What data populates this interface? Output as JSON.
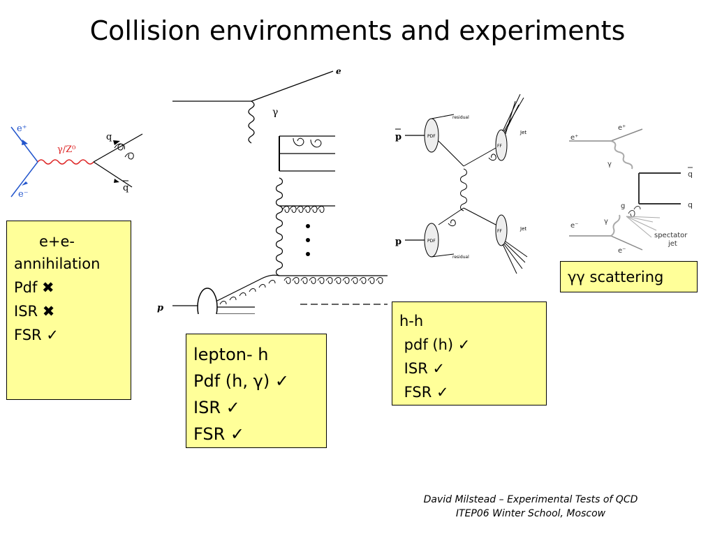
{
  "title": "Collision environments and experiments",
  "ee_box": {
    "lines": [
      "e+e-",
      "annihilation",
      "Pdf ✖",
      "ISR ✖",
      "FSR ✓"
    ]
  },
  "lepton_box": {
    "lines": [
      "lepton- h",
      "Pdf (h, γ) ✓",
      "ISR ✓",
      "FSR ✓"
    ]
  },
  "hh_box": {
    "lines": [
      "h-h",
      " pdf (h) ✓",
      " ISR ✓",
      " FSR ✓"
    ]
  },
  "gg_box": {
    "label": "γγ scattering"
  },
  "diagram_ee": {
    "e_plus": "e⁺",
    "e_minus": "e⁻",
    "boson": "γ/Z⁰",
    "q": "q",
    "qbar": "q"
  },
  "diagram_lh": {
    "electron": "e",
    "photon": "γ",
    "proton": "p"
  },
  "diagram_hh": {
    "pbar": "p",
    "p": "p",
    "pdf": "PDF",
    "ff": "FF",
    "jet": "Jet",
    "residual": "residual"
  },
  "diagram_gg": {
    "e_plus_in": "e⁺",
    "e_plus_out": "e⁺",
    "e_minus_in": "e⁻",
    "e_minus_out": "e⁻",
    "gamma_top": "γ",
    "gamma_bottom": "γ",
    "gluon": "g",
    "qbar": "q",
    "q": "q",
    "spectator1": "spectator",
    "spectator2": "jet"
  },
  "footer": {
    "line1": "David Milstead – Experimental Tests of QCD",
    "line2": "ITEP06 Winter School, Moscow"
  },
  "colors": {
    "box_fill": "#ffff99",
    "boson_red": "#dd2222",
    "electron_blue": "#2255cc"
  }
}
